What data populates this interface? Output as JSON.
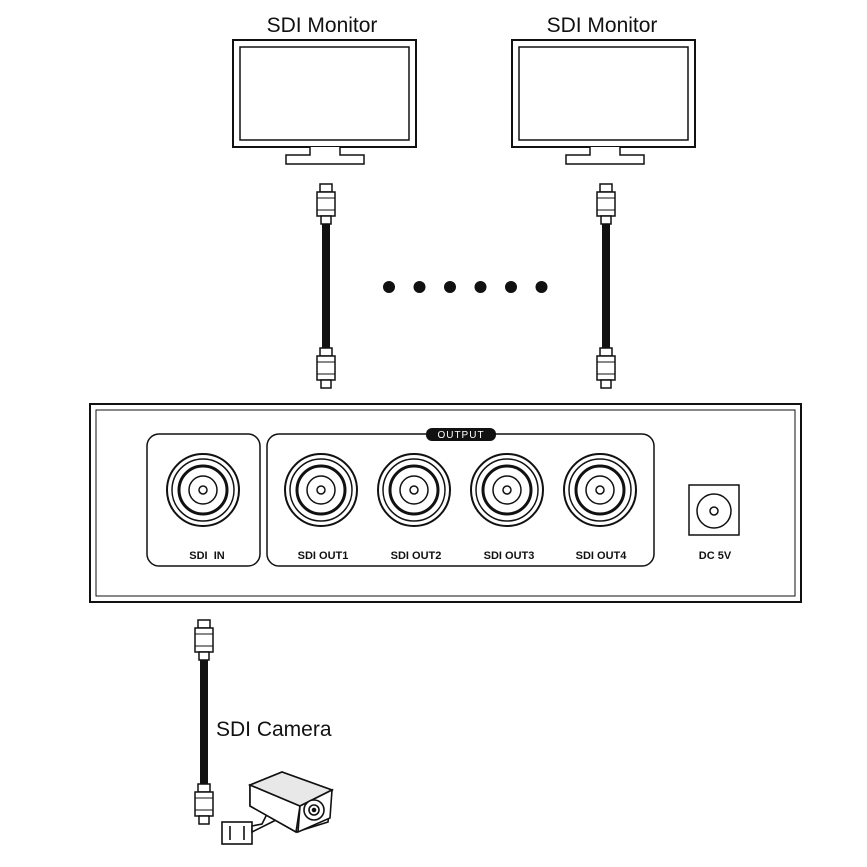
{
  "monitors": [
    {
      "label": "SDI Monitor"
    },
    {
      "label": "SDI Monitor"
    }
  ],
  "camera": {
    "label": "SDI Camera"
  },
  "device": {
    "output_tag": "OUTPUT",
    "input_port": {
      "label": "SDI  IN"
    },
    "output_ports": [
      {
        "label": "SDI OUT1"
      },
      {
        "label": "SDI OUT2"
      },
      {
        "label": "SDI OUT3"
      },
      {
        "label": "SDI OUT4"
      }
    ],
    "power": {
      "label": "DC 5V"
    }
  },
  "continuation_dots": 6
}
